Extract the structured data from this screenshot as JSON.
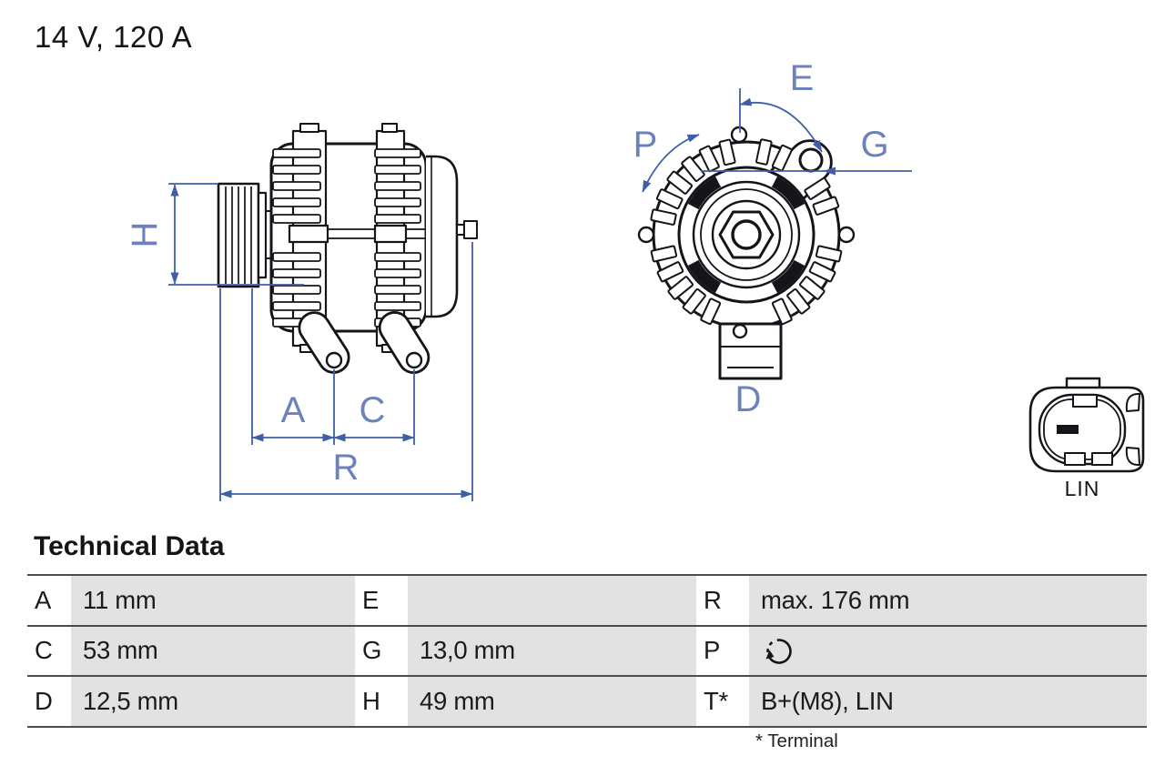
{
  "page": {
    "title": "14 V, 120 A"
  },
  "colors": {
    "ink": "#14141a",
    "annotation_blue": "#3f5fa9",
    "annotation_label_blue": "#6d82ba",
    "table_cell_gray": "#e2e2e2",
    "table_rule_gray": "#4c4c4c"
  },
  "drawing": {
    "side_view": {
      "description": "alternator side view with ribbed pulley, finned housing and two mounting lugs",
      "dim_labels": {
        "h": "H",
        "a": "A",
        "c": "C",
        "r": "R"
      }
    },
    "front_view": {
      "description": "alternator front view with vent slots, hex shaft nut and mounting lug",
      "dim_labels": {
        "e": "E",
        "p": "P",
        "g": "G",
        "d": "D"
      }
    },
    "connector": {
      "label": "LIN"
    }
  },
  "table": {
    "title": "Technical Data",
    "rows": [
      {
        "cells": [
          {
            "key": "A",
            "value": "11 mm"
          },
          {
            "key": "E",
            "value": ""
          },
          {
            "key": "R",
            "value": "max. 176 mm"
          }
        ]
      },
      {
        "cells": [
          {
            "key": "C",
            "value": "53 mm"
          },
          {
            "key": "G",
            "value": "13,0 mm"
          },
          {
            "key": "P",
            "value": "",
            "icon": "rotation-direction-icon"
          }
        ]
      },
      {
        "cells": [
          {
            "key": "D",
            "value": "12,5 mm"
          },
          {
            "key": "H",
            "value": "49 mm"
          },
          {
            "key": "T*",
            "value": "B+(M8), LIN"
          }
        ]
      }
    ],
    "footnote": "* Terminal"
  }
}
